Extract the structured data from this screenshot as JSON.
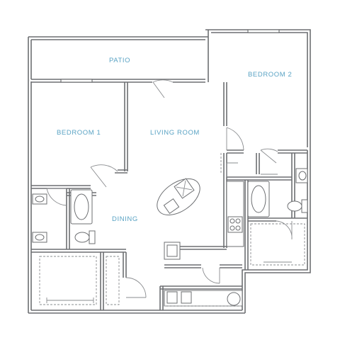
{
  "rooms": {
    "patio": "PATIO",
    "bedroom2": "BEDROOM 2",
    "bedroom1": "BEDROOM 1",
    "living_room": "LIVING ROOM",
    "dining": "DINING"
  },
  "colors": {
    "label": "#5aa3c4",
    "wall": "#6d6f72"
  }
}
